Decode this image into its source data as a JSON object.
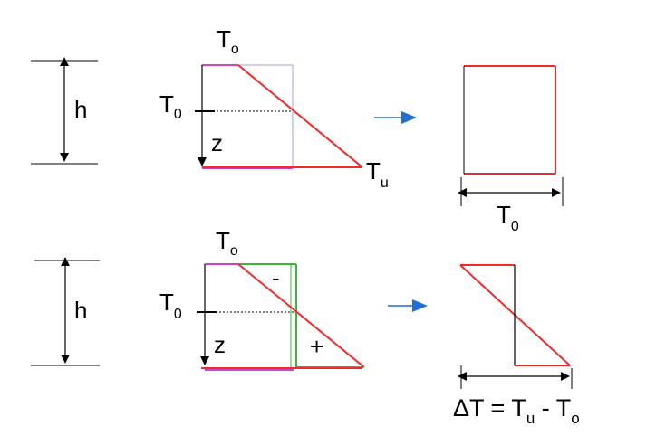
{
  "top": {
    "h_label": "h",
    "t_o_label": "T",
    "t_o_sub": "o",
    "t_0_label": "T",
    "t_0_sub": "0",
    "z_label": "z",
    "t_u_label": "T",
    "t_u_sub": "u",
    "result_label": "T",
    "result_sub": "0"
  },
  "bottom": {
    "h_label": "h",
    "t_o_label": "T",
    "t_o_sub": "o",
    "t_0_label": "T",
    "t_0_sub": "0",
    "z_label": "z",
    "minus_label": "-",
    "plus_label": "+",
    "delta_label": "ΔT = T",
    "delta_sub_u": "u",
    "delta_minus": " - T",
    "delta_sub_o": "o"
  },
  "colors": {
    "red": "#ee2b2b",
    "purple": "#cc44cc",
    "lavender": "#a89ee0",
    "green": "#3cb43c",
    "blue_arrow": "#1f6fd6",
    "black": "#000000"
  }
}
